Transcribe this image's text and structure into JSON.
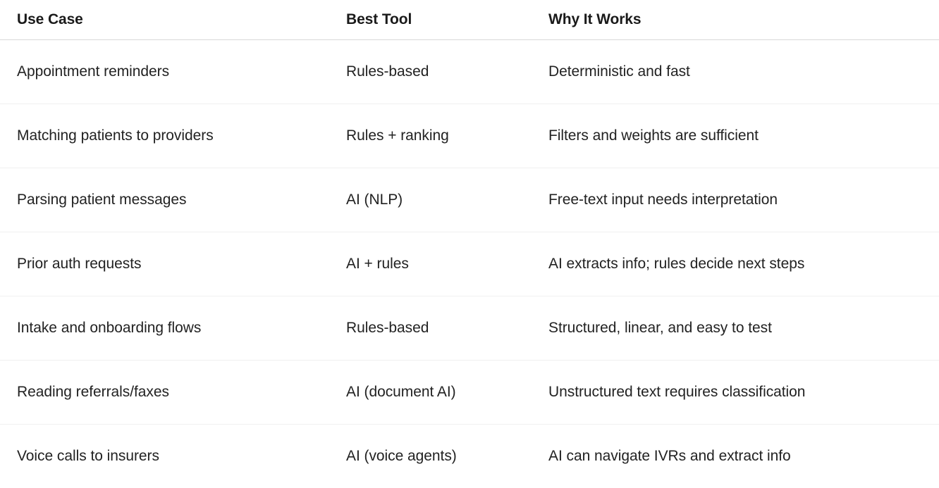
{
  "table": {
    "columns": [
      {
        "key": "use_case",
        "label": "Use Case"
      },
      {
        "key": "best_tool",
        "label": "Best Tool"
      },
      {
        "key": "why_it_works",
        "label": "Why It Works"
      }
    ],
    "rows": [
      {
        "use_case": "Appointment reminders",
        "best_tool": "Rules-based",
        "why_it_works": "Deterministic and fast"
      },
      {
        "use_case": "Matching patients to providers",
        "best_tool": "Rules + ranking",
        "why_it_works": "Filters and weights are sufficient"
      },
      {
        "use_case": "Parsing patient messages",
        "best_tool": "AI (NLP)",
        "why_it_works": "Free-text input needs interpretation"
      },
      {
        "use_case": "Prior auth requests",
        "best_tool": "AI + rules",
        "why_it_works": "AI extracts info; rules decide next steps"
      },
      {
        "use_case": "Intake and onboarding flows",
        "best_tool": "Rules-based",
        "why_it_works": "Structured, linear, and easy to test"
      },
      {
        "use_case": "Reading referrals/faxes",
        "best_tool": "AI (document AI)",
        "why_it_works": "Unstructured text requires classification"
      },
      {
        "use_case": "Voice calls to insurers",
        "best_tool": "AI (voice agents)",
        "why_it_works": "AI can navigate IVRs and extract info"
      }
    ]
  },
  "colors": {
    "background": "#ffffff",
    "header_text": "#1a1a1a",
    "body_text": "#222222",
    "header_rule": "#d8d8d8",
    "row_rule": "#f0f0f0"
  }
}
